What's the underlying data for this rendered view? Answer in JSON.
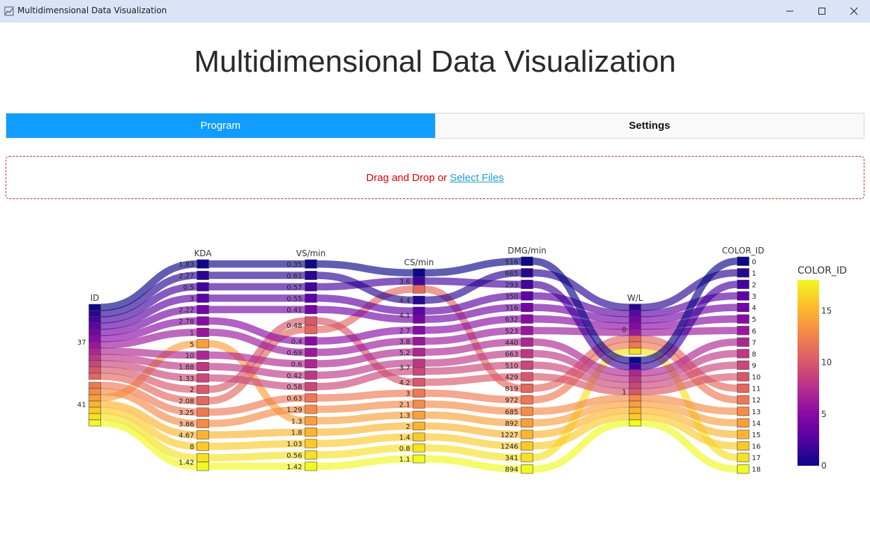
{
  "window": {
    "title": "Multidimensional Data Visualization",
    "icon": "chart-app-icon",
    "controls": [
      "minimize-icon",
      "maximize-icon",
      "close-icon"
    ]
  },
  "page": {
    "title": "Multidimensional Data Visualization"
  },
  "tabs": [
    {
      "label": "Program",
      "active": true
    },
    {
      "label": "Settings",
      "active": false
    }
  ],
  "upload": {
    "text": "Drag and Drop or ",
    "link": "Select Files",
    "text_color": "#e00000",
    "link_color": "#1a9fcf"
  },
  "colors": {
    "tab_active": "#119dff",
    "palette": "plasma"
  },
  "chart_data": {
    "type": "parallel_categories",
    "colorbar": {
      "title": "COLOR_ID",
      "range": [
        0,
        18
      ],
      "ticks": [
        0,
        5,
        10,
        15
      ]
    },
    "dimensions": [
      {
        "label": "ID",
        "categories": [
          "37",
          "41"
        ]
      },
      {
        "label": "KDA",
        "categories": [
          "1.83",
          "2.27",
          "0.5",
          "3",
          "2.22",
          "2.78",
          "1",
          "5",
          "10",
          "1.88",
          "1.33",
          "2",
          "2.08",
          "3.25",
          "3.86",
          "4.67",
          "8",
          "1.42"
        ]
      },
      {
        "label": "VS/min",
        "categories": [
          "0.35",
          "0.61",
          "0.57",
          "0.55",
          "0.41",
          "0.48",
          "0.4",
          "0.69",
          "0.6",
          "0.42",
          "0.58",
          "0.63",
          "1.29",
          "1.3",
          "1.8",
          "1.03",
          "0.56",
          "1.42"
        ]
      },
      {
        "label": "CS/min",
        "categories": [
          "3.6",
          "4.4",
          "4.1",
          "2.7",
          "3.8",
          "5.2",
          "3.7",
          "4.2",
          "3",
          "2.1",
          "1.3",
          "2",
          "1.4",
          "0.8",
          "1.1"
        ]
      },
      {
        "label": "DMG/min",
        "categories": [
          "516",
          "665",
          "293",
          "350",
          "316",
          "632",
          "523",
          "440",
          "663",
          "510",
          "429",
          "819",
          "972",
          "685",
          "892",
          "1227",
          "1246",
          "341",
          "894"
        ]
      },
      {
        "label": "W/L",
        "categories": [
          "0",
          "1"
        ]
      },
      {
        "label": "COLOR_ID",
        "categories": [
          "0",
          "1",
          "2",
          "3",
          "4",
          "5",
          "6",
          "7",
          "8",
          "9",
          "10",
          "11",
          "12",
          "13",
          "14",
          "15",
          "16",
          "17",
          "18"
        ]
      }
    ],
    "records": [
      {
        "color": 0,
        "ID": "37",
        "KDA": "1.83",
        "VS/min": "0.35",
        "CS/min": "3.6",
        "DMG/min": "516",
        "W/L": "1",
        "COLOR_ID": "0"
      },
      {
        "color": 1,
        "ID": "37",
        "KDA": "2.27",
        "VS/min": "0.61",
        "CS/min": "4.4",
        "DMG/min": "665",
        "W/L": "0",
        "COLOR_ID": "1"
      },
      {
        "color": 2,
        "ID": "37",
        "KDA": "0.5",
        "VS/min": "0.57",
        "CS/min": "3.6",
        "DMG/min": "293",
        "W/L": "1",
        "COLOR_ID": "2"
      },
      {
        "color": 3,
        "ID": "37",
        "KDA": "3",
        "VS/min": "0.55",
        "CS/min": "4.1",
        "DMG/min": "350",
        "W/L": "0",
        "COLOR_ID": "3"
      },
      {
        "color": 4,
        "ID": "37",
        "KDA": "2.22",
        "VS/min": "0.41",
        "CS/min": "4.1",
        "DMG/min": "316",
        "W/L": "0",
        "COLOR_ID": "4"
      },
      {
        "color": 5,
        "ID": "37",
        "KDA": "2.78",
        "VS/min": "0.4",
        "CS/min": "2.7",
        "DMG/min": "632",
        "W/L": "0",
        "COLOR_ID": "5"
      },
      {
        "color": 6,
        "ID": "37",
        "KDA": "1",
        "VS/min": "0.69",
        "CS/min": "3.8",
        "DMG/min": "523",
        "W/L": "0",
        "COLOR_ID": "6"
      },
      {
        "color": 7,
        "ID": "37",
        "KDA": "10",
        "VS/min": "0.6",
        "CS/min": "5.2",
        "DMG/min": "440",
        "W/L": "1",
        "COLOR_ID": "7"
      },
      {
        "color": 8,
        "ID": "37",
        "KDA": "1.88",
        "VS/min": "0.42",
        "CS/min": "3.7",
        "DMG/min": "663",
        "W/L": "1",
        "COLOR_ID": "8"
      },
      {
        "color": 9,
        "ID": "37",
        "KDA": "1.33",
        "VS/min": "0.58",
        "CS/min": "3.7",
        "DMG/min": "510",
        "W/L": "1",
        "COLOR_ID": "9"
      },
      {
        "color": 10,
        "ID": "37",
        "KDA": "2",
        "VS/min": "0.48",
        "CS/min": "4.2",
        "DMG/min": "429",
        "W/L": "1",
        "COLOR_ID": "10"
      },
      {
        "color": 11,
        "ID": "37",
        "KDA": "2.08",
        "VS/min": "0.48",
        "CS/min": "3.6",
        "DMG/min": "819",
        "W/L": "0",
        "COLOR_ID": "11"
      },
      {
        "color": 12,
        "ID": "41",
        "KDA": "3.25",
        "VS/min": "0.63",
        "CS/min": "3",
        "DMG/min": "972",
        "W/L": "0",
        "COLOR_ID": "12"
      },
      {
        "color": 13,
        "ID": "41",
        "KDA": "3.86",
        "VS/min": "1.29",
        "CS/min": "2.1",
        "DMG/min": "685",
        "W/L": "1",
        "COLOR_ID": "13"
      },
      {
        "color": 14,
        "ID": "41",
        "KDA": "5",
        "VS/min": "1.3",
        "CS/min": "1.3",
        "DMG/min": "892",
        "W/L": "1",
        "COLOR_ID": "14"
      },
      {
        "color": 15,
        "ID": "41",
        "KDA": "4.67",
        "VS/min": "1.8",
        "CS/min": "2",
        "DMG/min": "1227",
        "W/L": "1",
        "COLOR_ID": "15"
      },
      {
        "color": 16,
        "ID": "41",
        "KDA": "8",
        "VS/min": "1.03",
        "CS/min": "1.4",
        "DMG/min": "1246",
        "W/L": "1",
        "COLOR_ID": "16"
      },
      {
        "color": 17,
        "ID": "41",
        "KDA": "1.42",
        "VS/min": "0.56",
        "CS/min": "0.8",
        "DMG/min": "341",
        "W/L": "0",
        "COLOR_ID": "17"
      },
      {
        "color": 18,
        "ID": "41",
        "KDA": "1.42",
        "VS/min": "1.42",
        "CS/min": "1.1",
        "DMG/min": "894",
        "W/L": "1",
        "COLOR_ID": "18"
      }
    ]
  }
}
